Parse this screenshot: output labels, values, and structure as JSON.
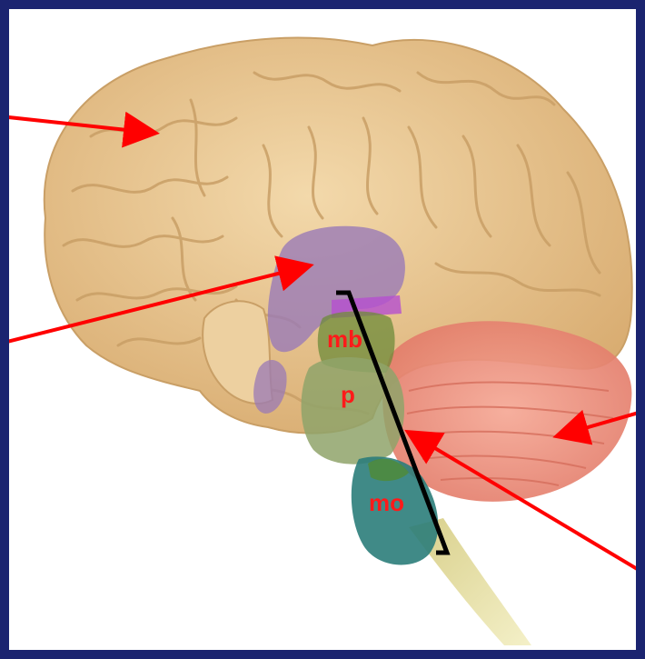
{
  "labels": {
    "midbrain": "mb",
    "pons": "p",
    "medulla": "mo"
  },
  "colors": {
    "frame": "#1b2470",
    "cerebrum": "#e8c592",
    "cerebrum_shadow": "#c99f66",
    "thalamus": "#9a7ab6",
    "midbrain": "#6e8b3a",
    "pons": "#8fa36a",
    "medulla": "#2b7d7a",
    "cerebellum": "#ef8f7e",
    "spinal_cord": "#eadb98",
    "arrow": "#ff0000",
    "bracket": "#000000",
    "label": "#ff1a1a"
  }
}
